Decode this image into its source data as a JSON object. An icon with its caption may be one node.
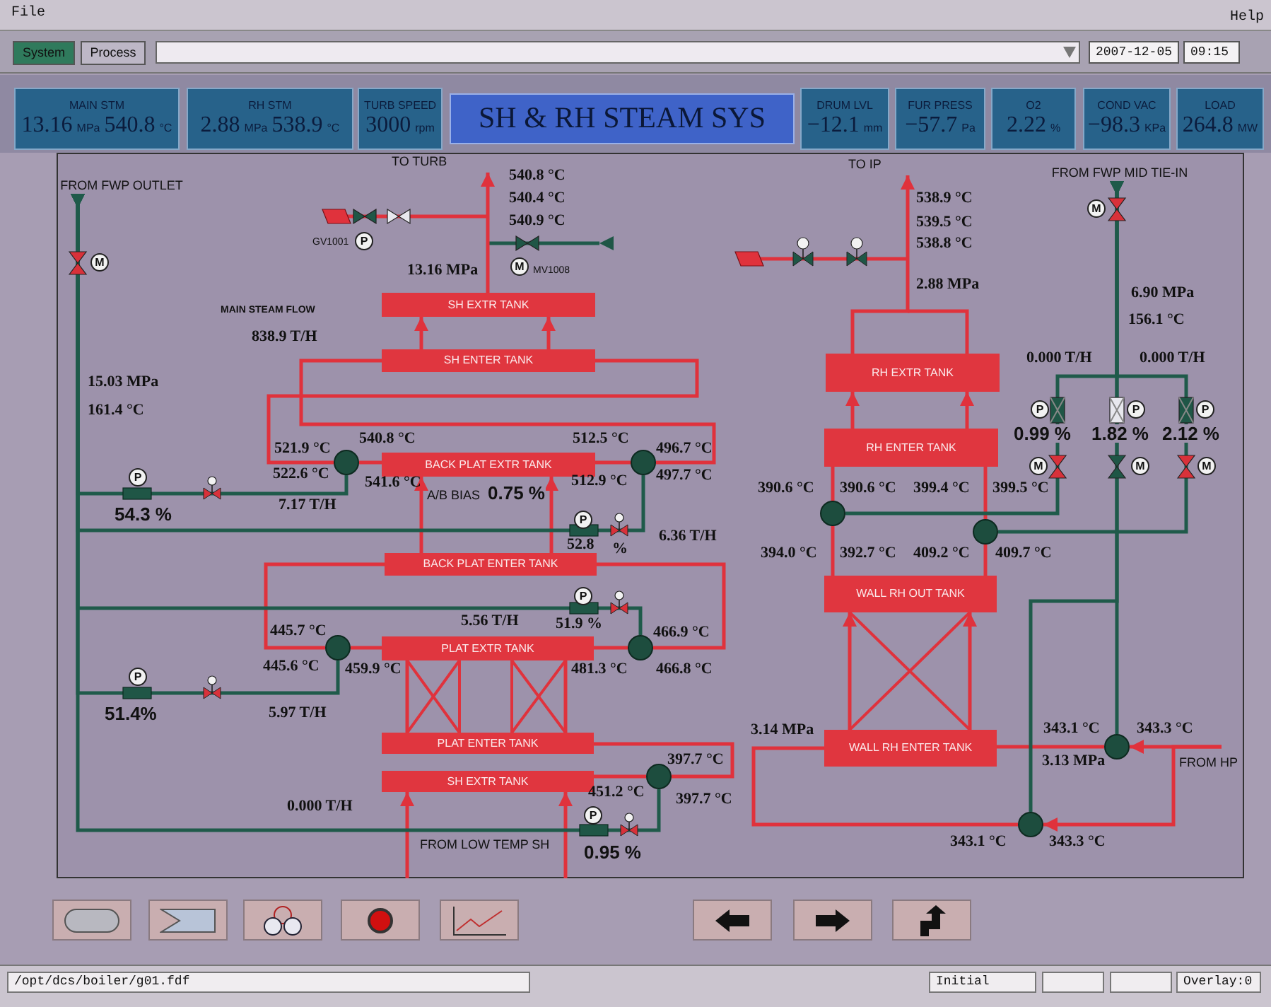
{
  "diagram": {
    "title": "SH & RH STEAM SYS",
    "nodes": [
      {
        "text": [
          "MAIN STM",
          "13.16",
          "MPa",
          "540.8",
          "°C"
        ]
      },
      {
        "text": [
          "RH STM",
          "2.88",
          "MPa",
          "538.9",
          "°C"
        ]
      },
      {
        "text": [
          "TURB SPEED",
          "3000",
          "rpm"
        ]
      },
      {
        "text": [
          "DRUM LVL",
          "−12.1",
          "mm"
        ]
      },
      {
        "text": [
          "FUR PRESS",
          "−57.7",
          "Pa"
        ]
      },
      {
        "text": [
          "O2",
          "2.22",
          "%"
        ]
      },
      {
        "text": [
          "COND VAC",
          "−98.3",
          "KPa"
        ]
      },
      {
        "text": [
          "LOAD",
          "264.8",
          "MW"
        ]
      },
      {
        "text": [
          "FROM FWP OUTLET"
        ]
      },
      {
        "text": [
          "SH EXTR TANK"
        ]
      },
      {
        "text": [
          "SH ENTER TANK"
        ]
      },
      {
        "text": [
          "BACK PLAT EXTR TANK"
        ]
      },
      {
        "text": [
          "BACK PLAT ENTER TANK"
        ]
      },
      {
        "text": [
          "PLAT EXTR TANK"
        ]
      },
      {
        "text": [
          "PLAT ENTER TANK"
        ]
      },
      {
        "text": [
          "SH EXTR TANK"
        ]
      },
      {
        "text": [
          "FROM FWP MID TIE-IN"
        ]
      },
      {
        "text": [
          "RH EXTR TANK"
        ]
      },
      {
        "text": [
          "RH ENTER TANK"
        ]
      },
      {
        "text": [
          "WALL RH OUT TANK"
        ]
      },
      {
        "text": [
          "WALL RH ENTER TANK"
        ]
      },
      {
        "text": [],
        "shape": "circle",
        "beside": [
          "521.9 °C"
        ]
      },
      {
        "text": [],
        "shape": "circle"
      },
      {
        "text": [],
        "shape": "circle",
        "beside": [
          "445.6 °C"
        ]
      },
      {
        "text": [],
        "shape": "circle",
        "beside": [
          "466.8 °C"
        ]
      },
      {
        "text": [],
        "shape": "circle",
        "beside": [
          "397.7 °C"
        ]
      },
      {
        "text": [],
        "shape": "circle"
      },
      {
        "text": [],
        "shape": "circle"
      },
      {
        "text": [],
        "shape": "circle",
        "beside": [
          "343.1 °C"
        ]
      },
      {
        "text": [],
        "shape": "circle",
        "beside": [
          "343.1 °C"
        ]
      },
      {
        "text": [
          "TO TURB"
        ]
      },
      {
        "text": [
          "TO IP"
        ]
      },
      {
        "text": [
          "FROM HP"
        ]
      }
    ],
    "edges": [
      {
        "from": 9,
        "to": 30,
        "arrow": "to"
      },
      {
        "from": 10,
        "to": 9,
        "arrow": "to"
      },
      {
        "from": 10,
        "to": 9,
        "arrow": "to"
      },
      {
        "from": 21,
        "to": 10,
        "arrow": "none"
      },
      {
        "from": 22,
        "to": 10,
        "arrow": "none"
      },
      {
        "from": 11,
        "to": 21,
        "arrow": "none"
      },
      {
        "from": 11,
        "to": 22,
        "arrow": "none"
      },
      {
        "from": 12,
        "to": 11,
        "arrow": "to"
      },
      {
        "from": 12,
        "to": 11,
        "arrow": "to"
      },
      {
        "from": 23,
        "to": 12,
        "arrow": "none"
      },
      {
        "from": 24,
        "to": 12,
        "arrow": "none"
      },
      {
        "from": 13,
        "to": 23,
        "arrow": "none"
      },
      {
        "from": 13,
        "to": 24,
        "arrow": "none"
      },
      {
        "from": 14,
        "to": 13,
        "arrow": "none"
      },
      {
        "from": 14,
        "to": 13,
        "arrow": "none"
      },
      {
        "from": 25,
        "to": 14,
        "arrow": "none"
      },
      {
        "from": 15,
        "to": 25,
        "arrow": "none"
      },
      {
        "from": null,
        "to": 15,
        "arrow": "to"
      },
      {
        "from": null,
        "to": 15,
        "arrow": "to"
      },
      {
        "from": 8,
        "to": 21,
        "arrow": "to",
        "color": "#1f5a4a"
      },
      {
        "from": 8,
        "to": 22,
        "arrow": "to",
        "color": "#1f5a4a"
      },
      {
        "from": 8,
        "to": 24,
        "arrow": "to",
        "color": "#1f5a4a"
      },
      {
        "from": 8,
        "to": 23,
        "arrow": "to",
        "color": "#1f5a4a"
      },
      {
        "from": 8,
        "to": 25,
        "arrow": "to",
        "color": "#1f5a4a"
      },
      {
        "from": 17,
        "to": 31,
        "arrow": "to"
      },
      {
        "from": 18,
        "to": 17,
        "arrow": "to"
      },
      {
        "from": 18,
        "to": 17,
        "arrow": "to"
      },
      {
        "from": 26,
        "to": 18,
        "arrow": "none"
      },
      {
        "from": 27,
        "to": 18,
        "arrow": "none"
      },
      {
        "from": 19,
        "to": 26,
        "arrow": "none"
      },
      {
        "from": 19,
        "to": 27,
        "arrow": "none"
      },
      {
        "from": 20,
        "to": 19,
        "arrow": "to"
      },
      {
        "from": 20,
        "to": 19,
        "arrow": "to"
      },
      {
        "from": 28,
        "to": 20,
        "arrow": "none"
      },
      {
        "from": 29,
        "to": 20,
        "arrow": "none"
      },
      {
        "from": 32,
        "to": 28,
        "arrow": "to"
      },
      {
        "from": 32,
        "to": 29,
        "arrow": "to"
      },
      {
        "from": 16,
        "to": 28,
        "arrow": "to",
        "color": "#1f5a4a"
      },
      {
        "from": 16,
        "to": 26,
        "arrow": "to",
        "color": "#1f5a4a"
      },
      {
        "from": 16,
        "to": 27,
        "arrow": "to",
        "color": "#1f5a4a"
      },
      {
        "from": 16,
        "to": 29,
        "arrow": "to",
        "color": "#1f5a4a"
      }
    ],
    "labels": [
      "File",
      "Help",
      "System",
      "Process",
      "2007-12-05",
      "09:15",
      "540.8 °C",
      "540.4 °C",
      "538.9 °C",
      "M",
      "540.9 °C",
      "539.5 °C",
      "GV1001",
      "P",
      "538.8 °C",
      "M",
      "13.16 MPa",
      "M",
      "MV1008",
      "2.88 MPa",
      "6.90 MPa",
      "MAIN STEAM FLOW",
      "156.1 °C",
      "838.9 T/H",
      "0.000 T/H",
      "0.000 T/H",
      "15.03 MPa",
      "161.4 °C",
      "P",
      "P",
      "P",
      "540.8 °C",
      "512.5 °C",
      "496.7 °C",
      "0.99 %",
      "1.82 %",
      "2.12 %",
      "P",
      "522.6 °C",
      "541.6 °C",
      "512.9 °C",
      "497.7 °C",
      "390.6 °C",
      "390.6 °C",
      "399.4 °C",
      "399.5 °C",
      "M",
      "M",
      "M",
      "54.3 %",
      "7.17 T/H",
      "A/B BIAS",
      "0.75 %",
      "P",
      "52.8",
      "%",
      "6.36 T/H",
      "394.0 °C",
      "392.7 °C",
      "409.2 °C",
      "409.7 °C",
      "P",
      "445.7 °C",
      "5.56 T/H",
      "51.9 %",
      "466.9 °C",
      "P",
      "459.9 °C",
      "481.3 °C",
      "51.4%",
      "5.97 T/H",
      "3.14 MPa",
      "343.3 °C",
      "397.7 °C",
      "3.13 MPa",
      "0.000 T/H",
      "P",
      "451.2 °C",
      "FROM LOW TEMP SH",
      "0.95 %",
      "343.3 °C",
      "/opt/dcs/boiler/g01.fdf",
      "Initial",
      "Overlay:0"
    ]
  }
}
